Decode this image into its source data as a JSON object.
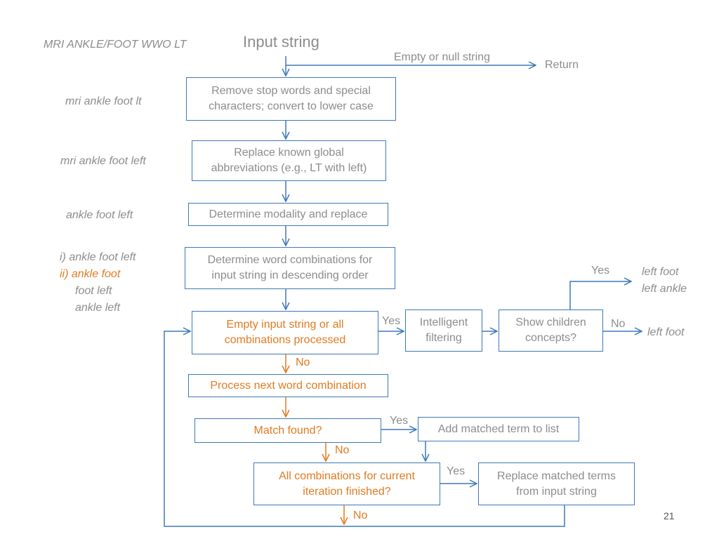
{
  "title": "Input string",
  "page_number": "21",
  "left_examples": {
    "raw": "MRI ANKLE/FOOT WWO LT",
    "step1": "mri ankle foot lt",
    "step2": "mri ankle foot left",
    "step3": "ankle foot left",
    "combos": [
      "i) ankle foot left",
      "ii) ankle foot",
      "foot left",
      "ankle left"
    ]
  },
  "boxes": {
    "remove_stop": [
      "Remove stop words and special",
      "characters; convert to lower case"
    ],
    "replace_abbrev": [
      "Replace known global",
      "abbreviations (e.g., LT with left)"
    ],
    "modality": [
      "Determine modality and replace"
    ],
    "word_combos": [
      "Determine word combinations for",
      "input string in descending order"
    ],
    "empty_check": [
      "Empty input string or all",
      "combinations processed"
    ],
    "intelligent": [
      "Intelligent",
      "filtering"
    ],
    "show_children": [
      "Show children",
      "concepts?"
    ],
    "process_next": [
      "Process next word combination"
    ],
    "match_found": [
      "Match found?"
    ],
    "add_matched": [
      "Add matched term to list"
    ],
    "all_combos": [
      "All combinations for current",
      "iteration finished?"
    ],
    "replace_matched": [
      "Replace matched terms",
      "from input string"
    ]
  },
  "edge_labels": {
    "empty_null": "Empty or null string",
    "return": "Return",
    "yes_empty": "Yes",
    "yes_children": "Yes",
    "no_children": "No",
    "no_empty": "No",
    "yes_match": "Yes",
    "no_match": "No",
    "yes_all": "Yes",
    "no_all": "No"
  },
  "outputs": {
    "yes_result": [
      "left foot",
      "left ankle"
    ],
    "no_result": "left foot"
  },
  "colors": {
    "line_blue": "#3d79b8",
    "arrow_orange": "#e07b20",
    "text_gray": "#8c8c8c",
    "text_orange": "#e07b20"
  }
}
